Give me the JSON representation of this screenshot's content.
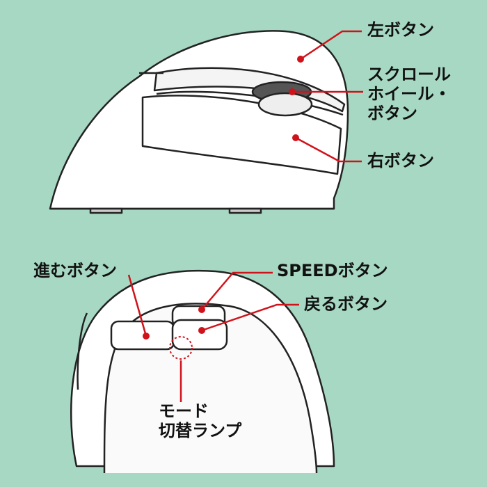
{
  "colors": {
    "background": "#a7d8c3",
    "leader": "#d0121b",
    "body": "#ffffff",
    "outline": "#222222"
  },
  "top_view": {
    "left_button": "左ボタン",
    "scroll_wheel_button": [
      "スクロール",
      "ホイール・",
      "ボタン"
    ],
    "right_button": "右ボタン"
  },
  "side_view": {
    "forward_button": "進むボタン",
    "speed_button": "SPEEDボタン",
    "back_button": "戻るボタン",
    "mode_lamp": [
      "モード",
      "切替ランプ"
    ]
  }
}
